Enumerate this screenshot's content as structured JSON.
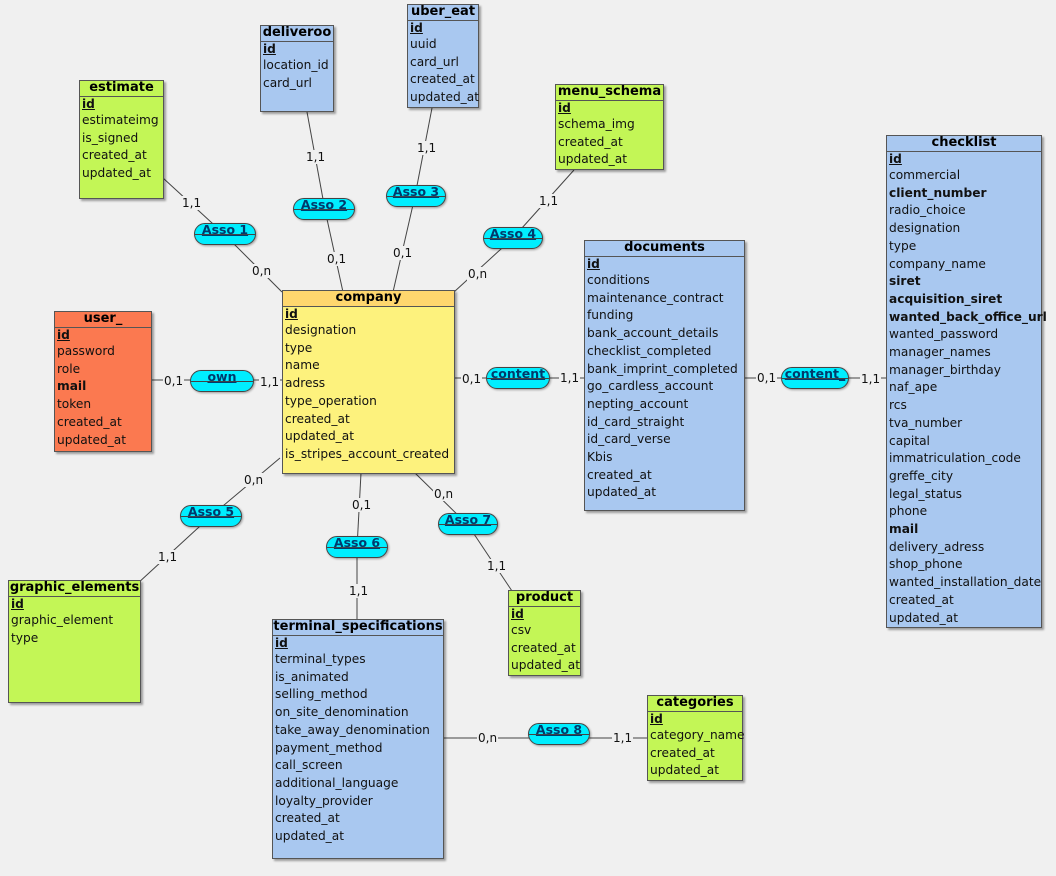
{
  "colors": {
    "entity_blue": "#a9c8f0",
    "entity_green": "#c3f656",
    "entity_orange": "#fb7950",
    "entity_yellow": "#fdf27d",
    "entity_yellow_title": "#ffd76e",
    "association": "#00eeff"
  },
  "entities": {
    "company": {
      "title": "company",
      "fields": [
        "id",
        "designation",
        "type",
        "name",
        "adress",
        "type_operation",
        "created_at",
        "updated_at",
        "is_stripes_account_created"
      ]
    },
    "user": {
      "title": "user_",
      "fields": [
        "id",
        "password",
        "role",
        "mail",
        "token",
        "created_at",
        "updated_at"
      ]
    },
    "estimate": {
      "title": "estimate",
      "fields": [
        "id",
        "estimateimg",
        "is_signed",
        "created_at",
        "updated_at"
      ]
    },
    "deliveroo": {
      "title": "deliveroo",
      "fields": [
        "id",
        "location_id",
        "card_url"
      ]
    },
    "uber_eat": {
      "title": "uber_eat",
      "fields": [
        "id",
        "uuid",
        "card_url",
        "created_at",
        "updated_at"
      ]
    },
    "menu_schema": {
      "title": "menu_schema",
      "fields": [
        "id",
        "schema_img",
        "created_at",
        "updated_at"
      ]
    },
    "documents": {
      "title": "documents",
      "fields": [
        "id",
        "conditions",
        "maintenance_contract",
        "funding",
        "bank_account_details",
        "checklist_completed",
        "bank_imprint_completed",
        "go_cardless_account",
        "nepting_account",
        "id_card_straight",
        "id_card_verse",
        "Kbis",
        "created_at",
        "updated_at"
      ]
    },
    "checklist": {
      "title": "checklist",
      "fields": [
        "id",
        "commercial",
        "client_number",
        "radio_choice",
        "designation",
        "type",
        "company_name",
        "siret",
        "acquisition_siret",
        "wanted_back_office_url",
        "wanted_password",
        "manager_names",
        "manager_birthday",
        "naf_ape",
        "rcs",
        "tva_number",
        "capital",
        "immatriculation_code",
        "greffe_city",
        "legal_status",
        "phone",
        "mail",
        "delivery_adress",
        "shop_phone",
        "wanted_installation_date",
        "created_at",
        "updated_at"
      ]
    },
    "graphic_elements": {
      "title": "graphic_elements",
      "fields": [
        "id",
        "graphic_element",
        "type"
      ]
    },
    "terminal_specifications": {
      "title": "terminal_specifications",
      "fields": [
        "id",
        "terminal_types",
        "is_animated",
        "selling_method",
        "on_site_denomination",
        "take_away_denomination",
        "payment_method",
        "call_screen",
        "additional_language",
        "loyalty_provider",
        "created_at",
        "updated_at"
      ]
    },
    "product": {
      "title": "product",
      "fields": [
        "id",
        "csv",
        "created_at",
        "updated_at"
      ]
    },
    "categories": {
      "title": "categories",
      "fields": [
        "id",
        "category_name",
        "created_at",
        "updated_at"
      ]
    }
  },
  "associations": {
    "asso1": "Asso 1",
    "asso2": "Asso 2",
    "asso3": "Asso 3",
    "asso4": "Asso 4",
    "own": "own",
    "content": "content",
    "content_": "content_",
    "asso5": "Asso 5",
    "asso6": "Asso 6",
    "asso7": "Asso 7",
    "asso8": "Asso 8"
  },
  "cardinalities": {
    "estimate_asso1": "1,1",
    "company_asso1": "0,n",
    "deliveroo_asso2": "1,1",
    "company_asso2": "0,1",
    "uber_asso3": "1,1",
    "company_asso3": "0,1",
    "menu_asso4": "1,1",
    "company_asso4": "0,n",
    "user_own": "0,1",
    "company_own": "1,1",
    "company_content": "0,1",
    "documents_content": "1,1",
    "documents_content_": "0,1",
    "checklist_content_": "1,1",
    "company_asso5": "0,n",
    "graphic_asso5": "1,1",
    "company_asso6": "0,1",
    "terminal_asso6": "1,1",
    "company_asso7": "0,n",
    "product_asso7": "1,1",
    "terminal_asso8": "0,n",
    "categories_asso8": "1,1"
  }
}
